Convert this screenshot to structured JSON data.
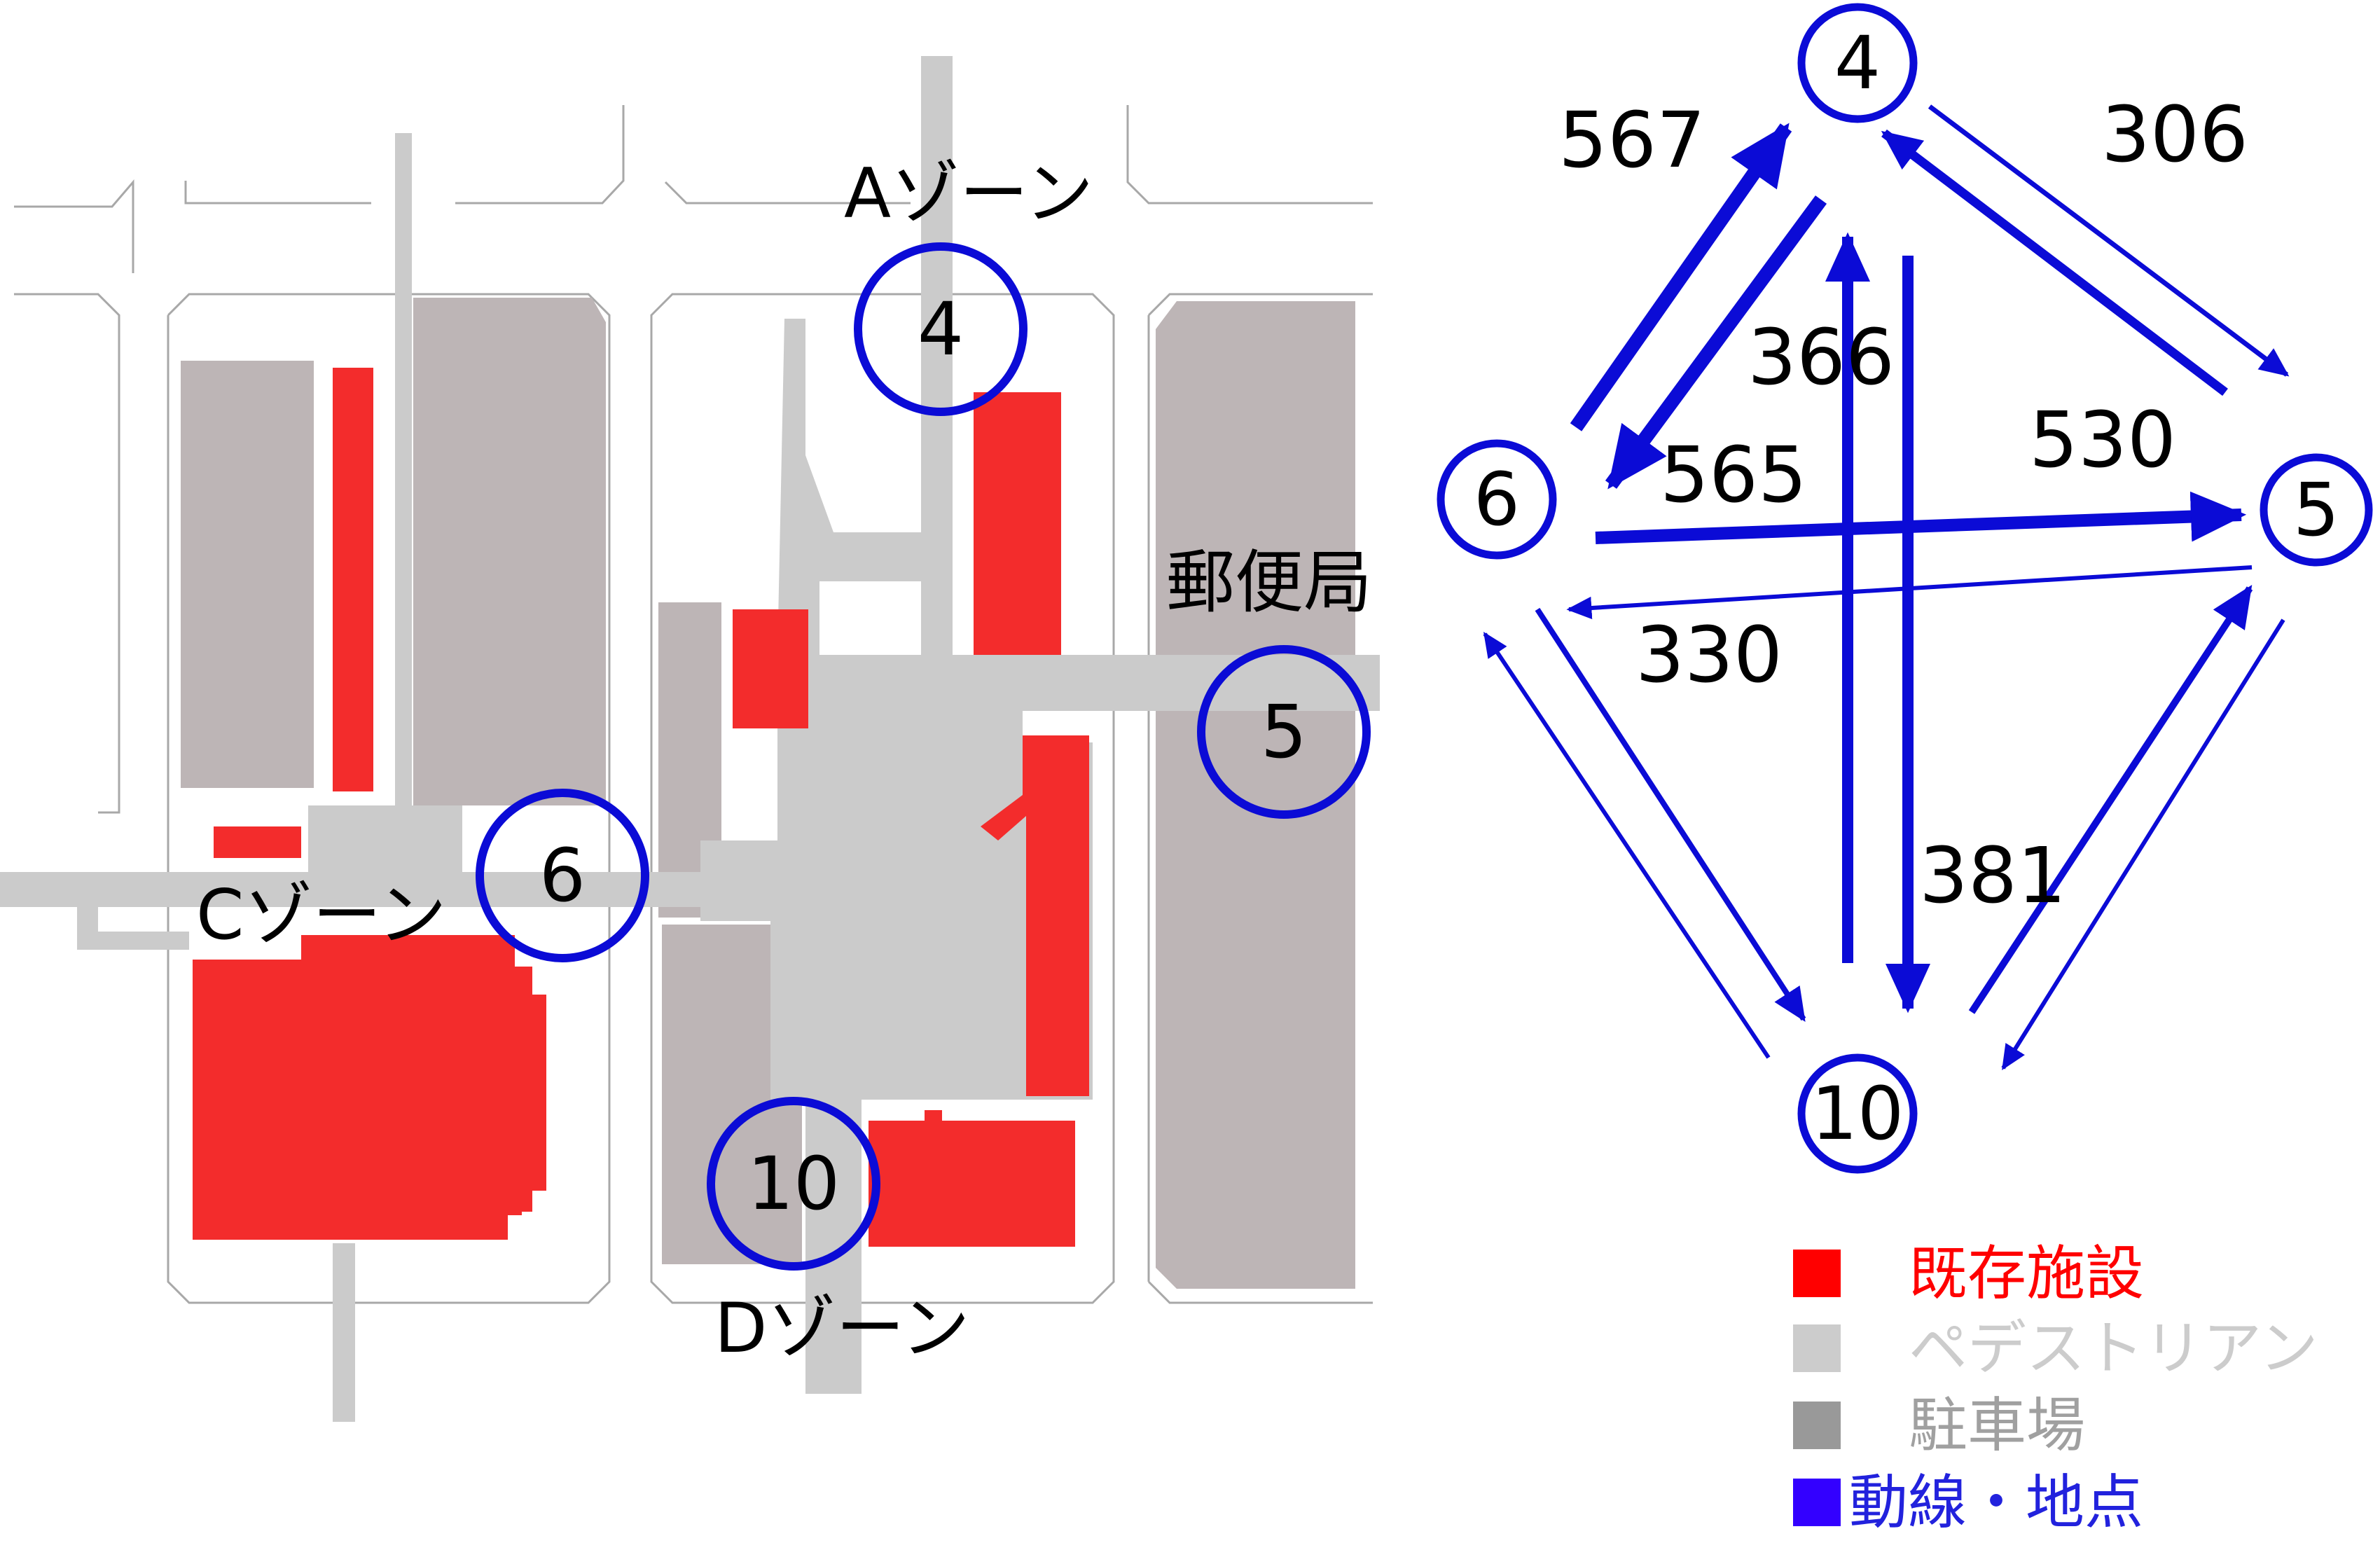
{
  "colors": {
    "existing": "#f32c2c",
    "pedestrian": "#cbcbcb",
    "parking": "#bdb5b6",
    "flow": "#0b0bd6",
    "outline": "#a8a8a8"
  },
  "map": {
    "zones": {
      "a": "Aゾーン",
      "c": "Cゾーン",
      "d": "Dゾーン",
      "post_office": "郵便局"
    },
    "points": [
      {
        "id": "4",
        "label": "4"
      },
      {
        "id": "5",
        "label": "5"
      },
      {
        "id": "6",
        "label": "6"
      },
      {
        "id": "10",
        "label": "10"
      }
    ]
  },
  "network": {
    "nodes": [
      {
        "id": "4",
        "label": "4"
      },
      {
        "id": "5",
        "label": "5"
      },
      {
        "id": "6",
        "label": "6"
      },
      {
        "id": "10",
        "label": "10"
      }
    ],
    "edges": [
      {
        "from": "6",
        "to": "4",
        "value": "567"
      },
      {
        "from": "4",
        "to": "6",
        "value": "565"
      },
      {
        "from": "4",
        "to": "5",
        "value": "306"
      },
      {
        "from": "5",
        "to": "4",
        "value": ""
      },
      {
        "from": "10",
        "to": "4",
        "value": "366"
      },
      {
        "from": "4",
        "to": "10",
        "value": ""
      },
      {
        "from": "6",
        "to": "5",
        "value": "530"
      },
      {
        "from": "5",
        "to": "6",
        "value": "330"
      },
      {
        "from": "10",
        "to": "5",
        "value": "381"
      },
      {
        "from": "5",
        "to": "10",
        "value": ""
      },
      {
        "from": "10",
        "to": "6",
        "value": ""
      },
      {
        "from": "6",
        "to": "10",
        "value": ""
      }
    ]
  },
  "legend": [
    {
      "label": "既存施設",
      "swatch": "#ff0000",
      "text_color": "#ff0000"
    },
    {
      "label": "ペデストリアン",
      "swatch": "#cccccc",
      "text_color": "#cccccc"
    },
    {
      "label": "駐車場",
      "swatch": "#999999",
      "text_color": "#a0a0a0"
    },
    {
      "label": "動線・地点",
      "swatch": "#3300ff",
      "text_color": "#2222dd"
    }
  ]
}
